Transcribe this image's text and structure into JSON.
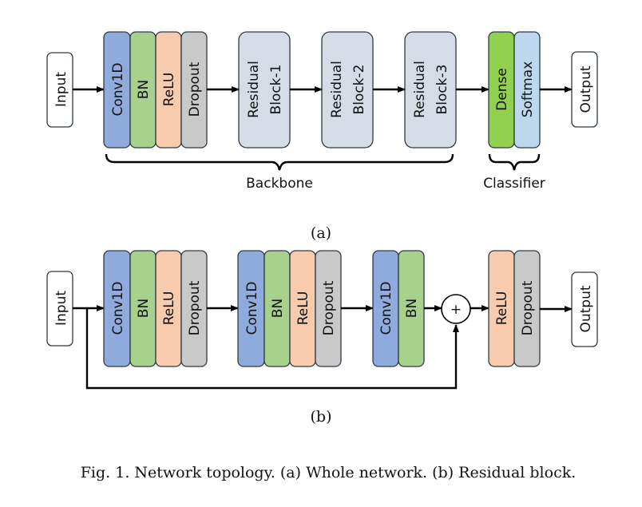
{
  "colors": {
    "conv1d": "#8faadc",
    "bn": "#a9d18e",
    "relu": "#f8cbad",
    "dropout": "#c9c9c9",
    "residual": "#d6dce5",
    "dense": "#92d050",
    "softmax": "#bdd7ee",
    "io": "#ffffff"
  },
  "panel_a": {
    "input": "Input",
    "stem": [
      "Conv1D",
      "BN",
      "ReLU",
      "Dropout"
    ],
    "residual_blocks": [
      {
        "line1": "Residual",
        "line2": "Block-1"
      },
      {
        "line1": "Residual",
        "line2": "Block-2"
      },
      {
        "line1": "Residual",
        "line2": "Block-3"
      }
    ],
    "classifier": [
      "Dense",
      "Softmax"
    ],
    "output": "Output",
    "backbone_label": "Backbone",
    "classifier_label": "Classifier",
    "sublabel": "(a)"
  },
  "panel_b": {
    "input": "Input",
    "group1": [
      "Conv1D",
      "BN",
      "ReLU",
      "Dropout"
    ],
    "group2": [
      "Conv1D",
      "BN",
      "ReLU",
      "Dropout"
    ],
    "group3": [
      "Conv1D",
      "BN"
    ],
    "add_symbol": "+",
    "group4": [
      "ReLU",
      "Dropout"
    ],
    "output": "Output",
    "sublabel": "(b)"
  },
  "caption": "Fig. 1.  Network topology. (a) Whole network. (b) Residual block."
}
